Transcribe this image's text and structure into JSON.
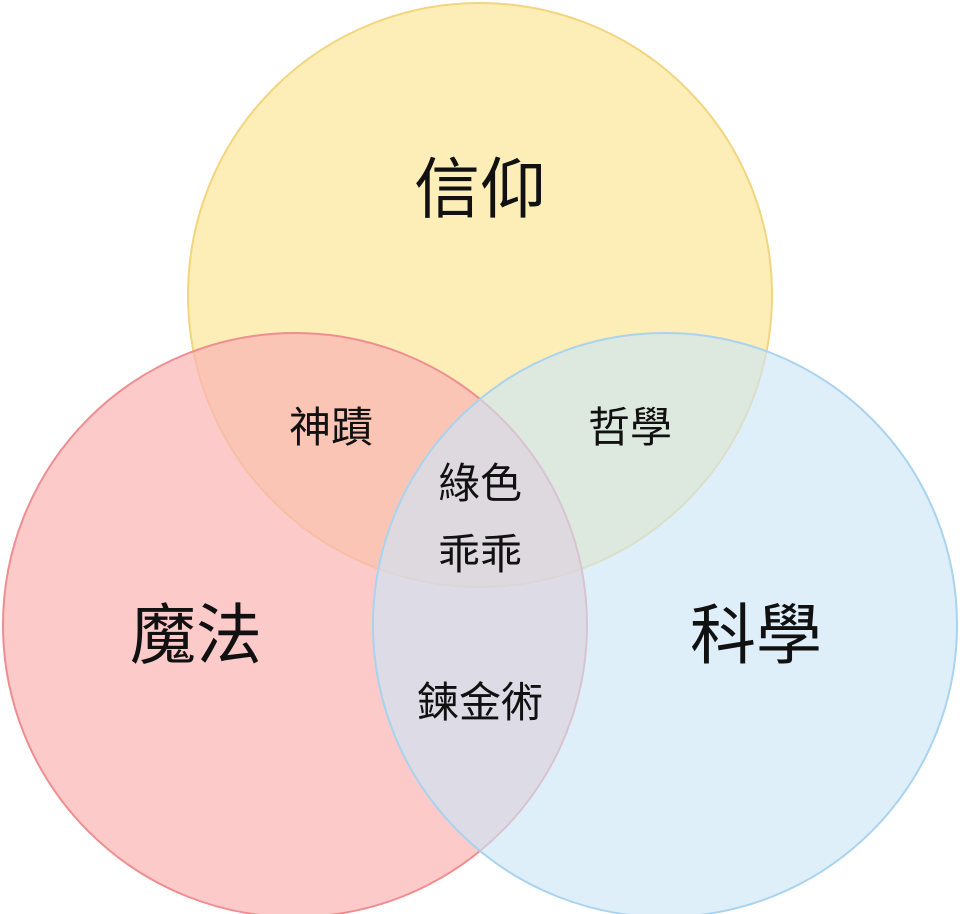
{
  "sets": [
    {
      "id": "faith",
      "label": "信仰",
      "fill": "#fde9a6",
      "stroke": "#f2d57e"
    },
    {
      "id": "magic",
      "label": "魔法",
      "fill": "#f9b6b4",
      "stroke": "#ee8e90"
    },
    {
      "id": "science",
      "label": "科學",
      "fill": "#c9e5f7",
      "stroke": "#a9d3ef"
    }
  ],
  "intersections": {
    "faith_magic": "神蹟",
    "faith_science": "哲學",
    "magic_science": "鍊金術",
    "center_line1": "綠色",
    "center_line2": "乖乖"
  }
}
